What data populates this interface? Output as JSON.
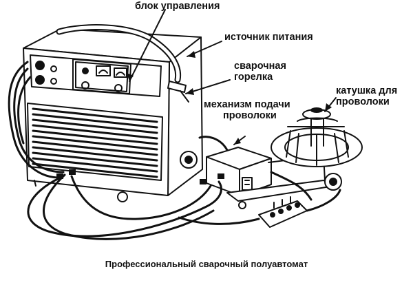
{
  "labels": {
    "control_unit": "блок управления",
    "power_source": "источник питания",
    "torch_line1": "сварочная",
    "torch_line2": "горелка",
    "feeder_line1": "механизм подачи",
    "feeder_line2": "проволоки",
    "spool_line1": "катушка для",
    "spool_line2": "проволоки"
  },
  "caption": "Профессиональный сварочный полуавтомат",
  "colors": {
    "ink": "#111111",
    "background": "#ffffff"
  },
  "icons": [
    "arrow-icon",
    "knob-icon",
    "meter-icon",
    "wheel-icon"
  ]
}
